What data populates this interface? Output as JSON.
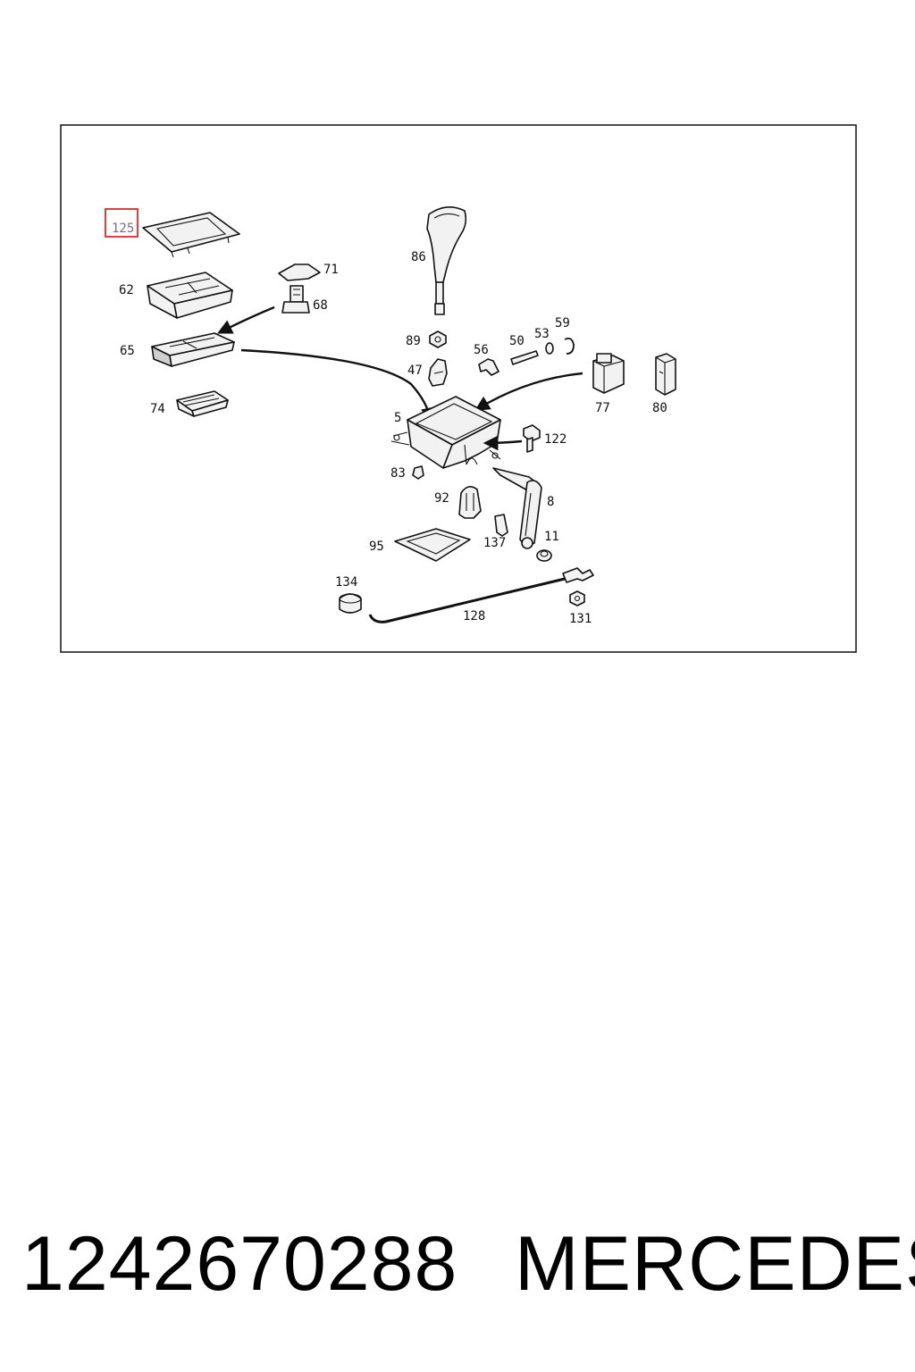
{
  "diagram": {
    "highlight_color": "#e0262f",
    "highlighted_part": "125",
    "labels": {
      "p125": "125",
      "p62": "62",
      "p65": "65",
      "p74": "74",
      "p71": "71",
      "p68": "68",
      "p86": "86",
      "p89": "89",
      "p47": "47",
      "p56": "56",
      "p50": "50",
      "p53": "53",
      "p59": "59",
      "p77": "77",
      "p80": "80",
      "p5": "5",
      "p122": "122",
      "p83": "83",
      "p92": "92",
      "p8": "8",
      "p137": "137",
      "p11": "11",
      "p95": "95",
      "p134": "134",
      "p128": "128",
      "p131": "131"
    }
  },
  "caption": {
    "part_number": "1242670288",
    "brand": "MERCEDES"
  }
}
